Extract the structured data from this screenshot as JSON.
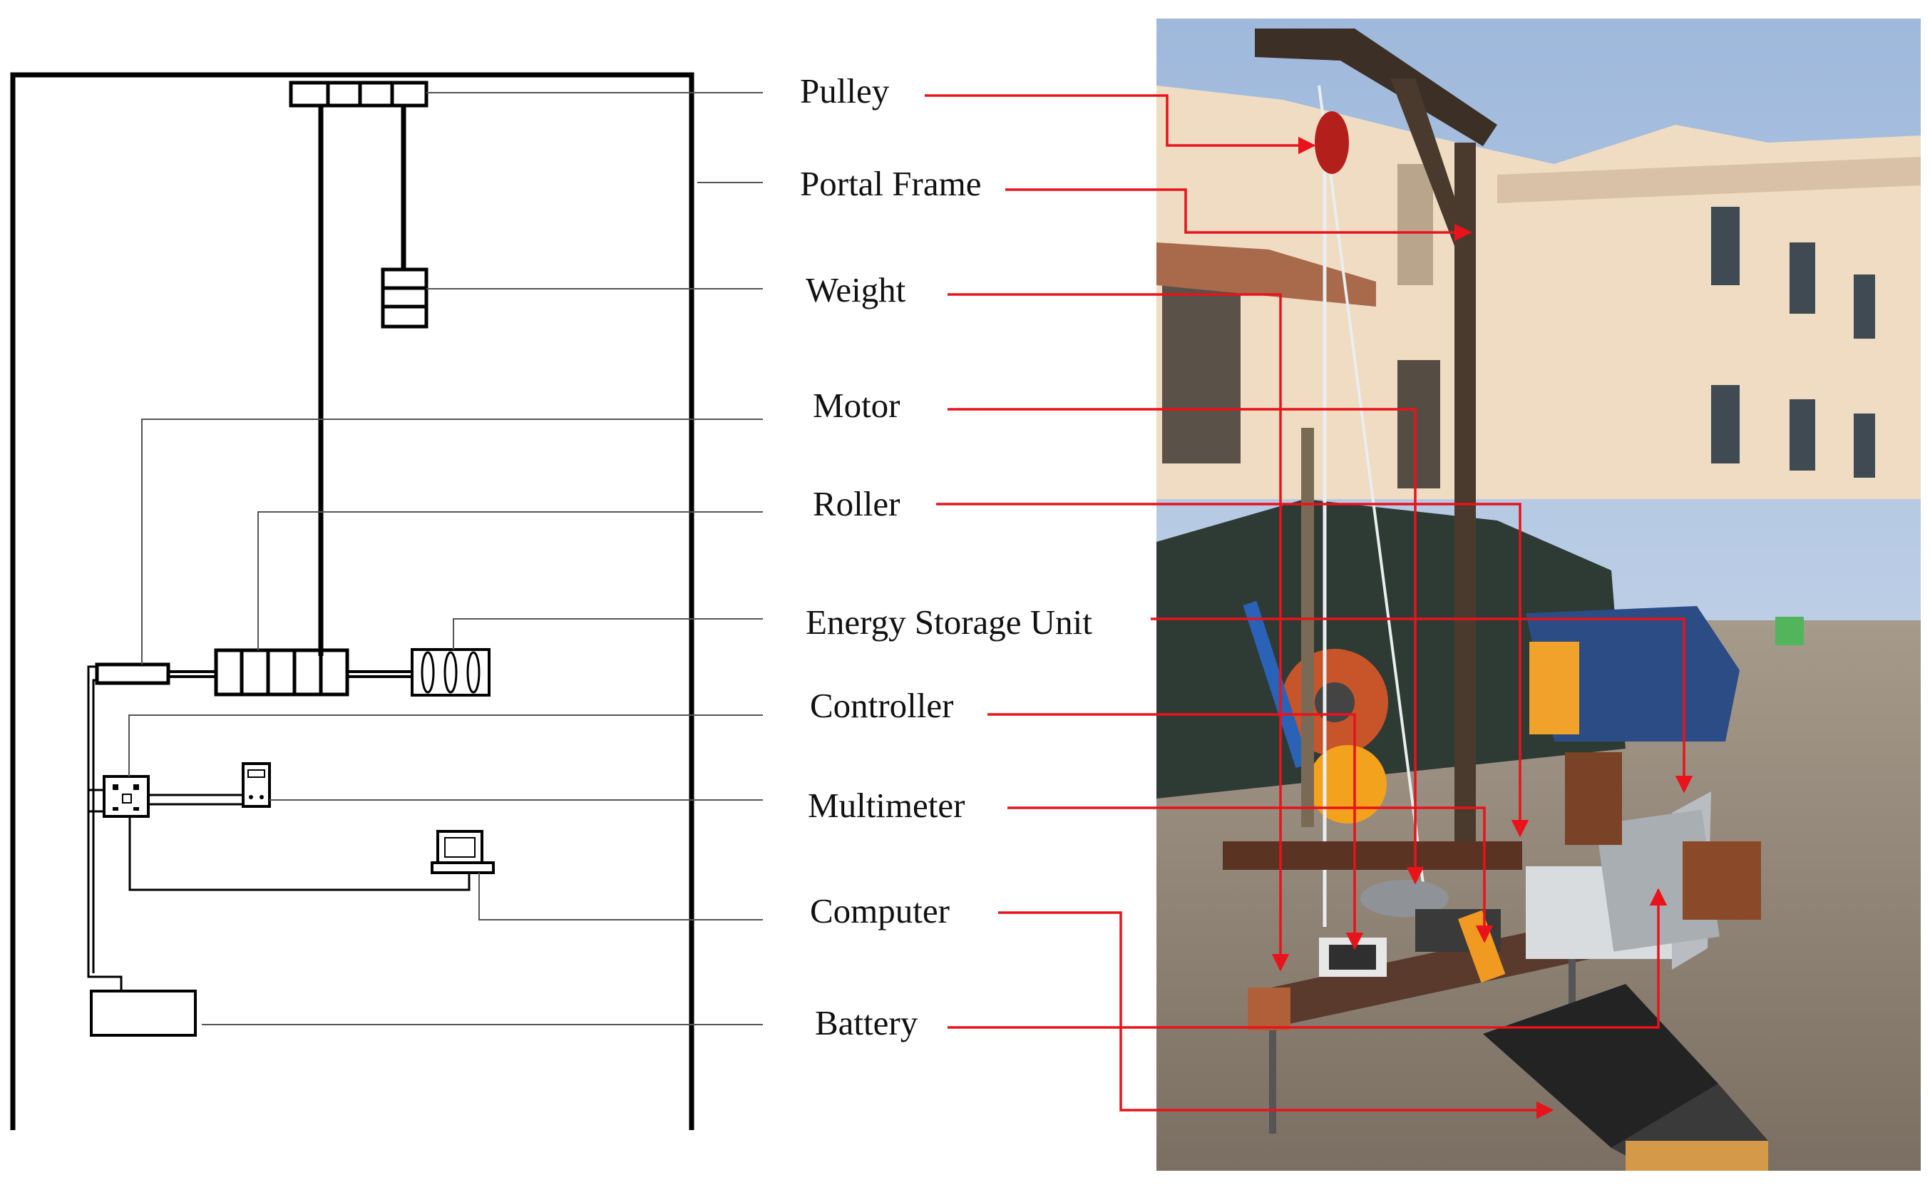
{
  "labels": {
    "pulley": "Pulley",
    "portal_frame": "Portal Frame",
    "weight": "Weight",
    "motor": "Motor",
    "roller": "Roller",
    "energy_storage_unit": "Energy Storage Unit",
    "controller": "Controller",
    "multimeter": "Multimeter",
    "computer": "Computer",
    "battery": "Battery"
  },
  "colors": {
    "schematic_line": "#000000",
    "leader_line": "#555555",
    "arrow": "#e8131b",
    "sky": "#b9cde6",
    "building": "#efdcc3",
    "ground": "#9c8f80",
    "frame_metal": "#4a3a2e"
  }
}
